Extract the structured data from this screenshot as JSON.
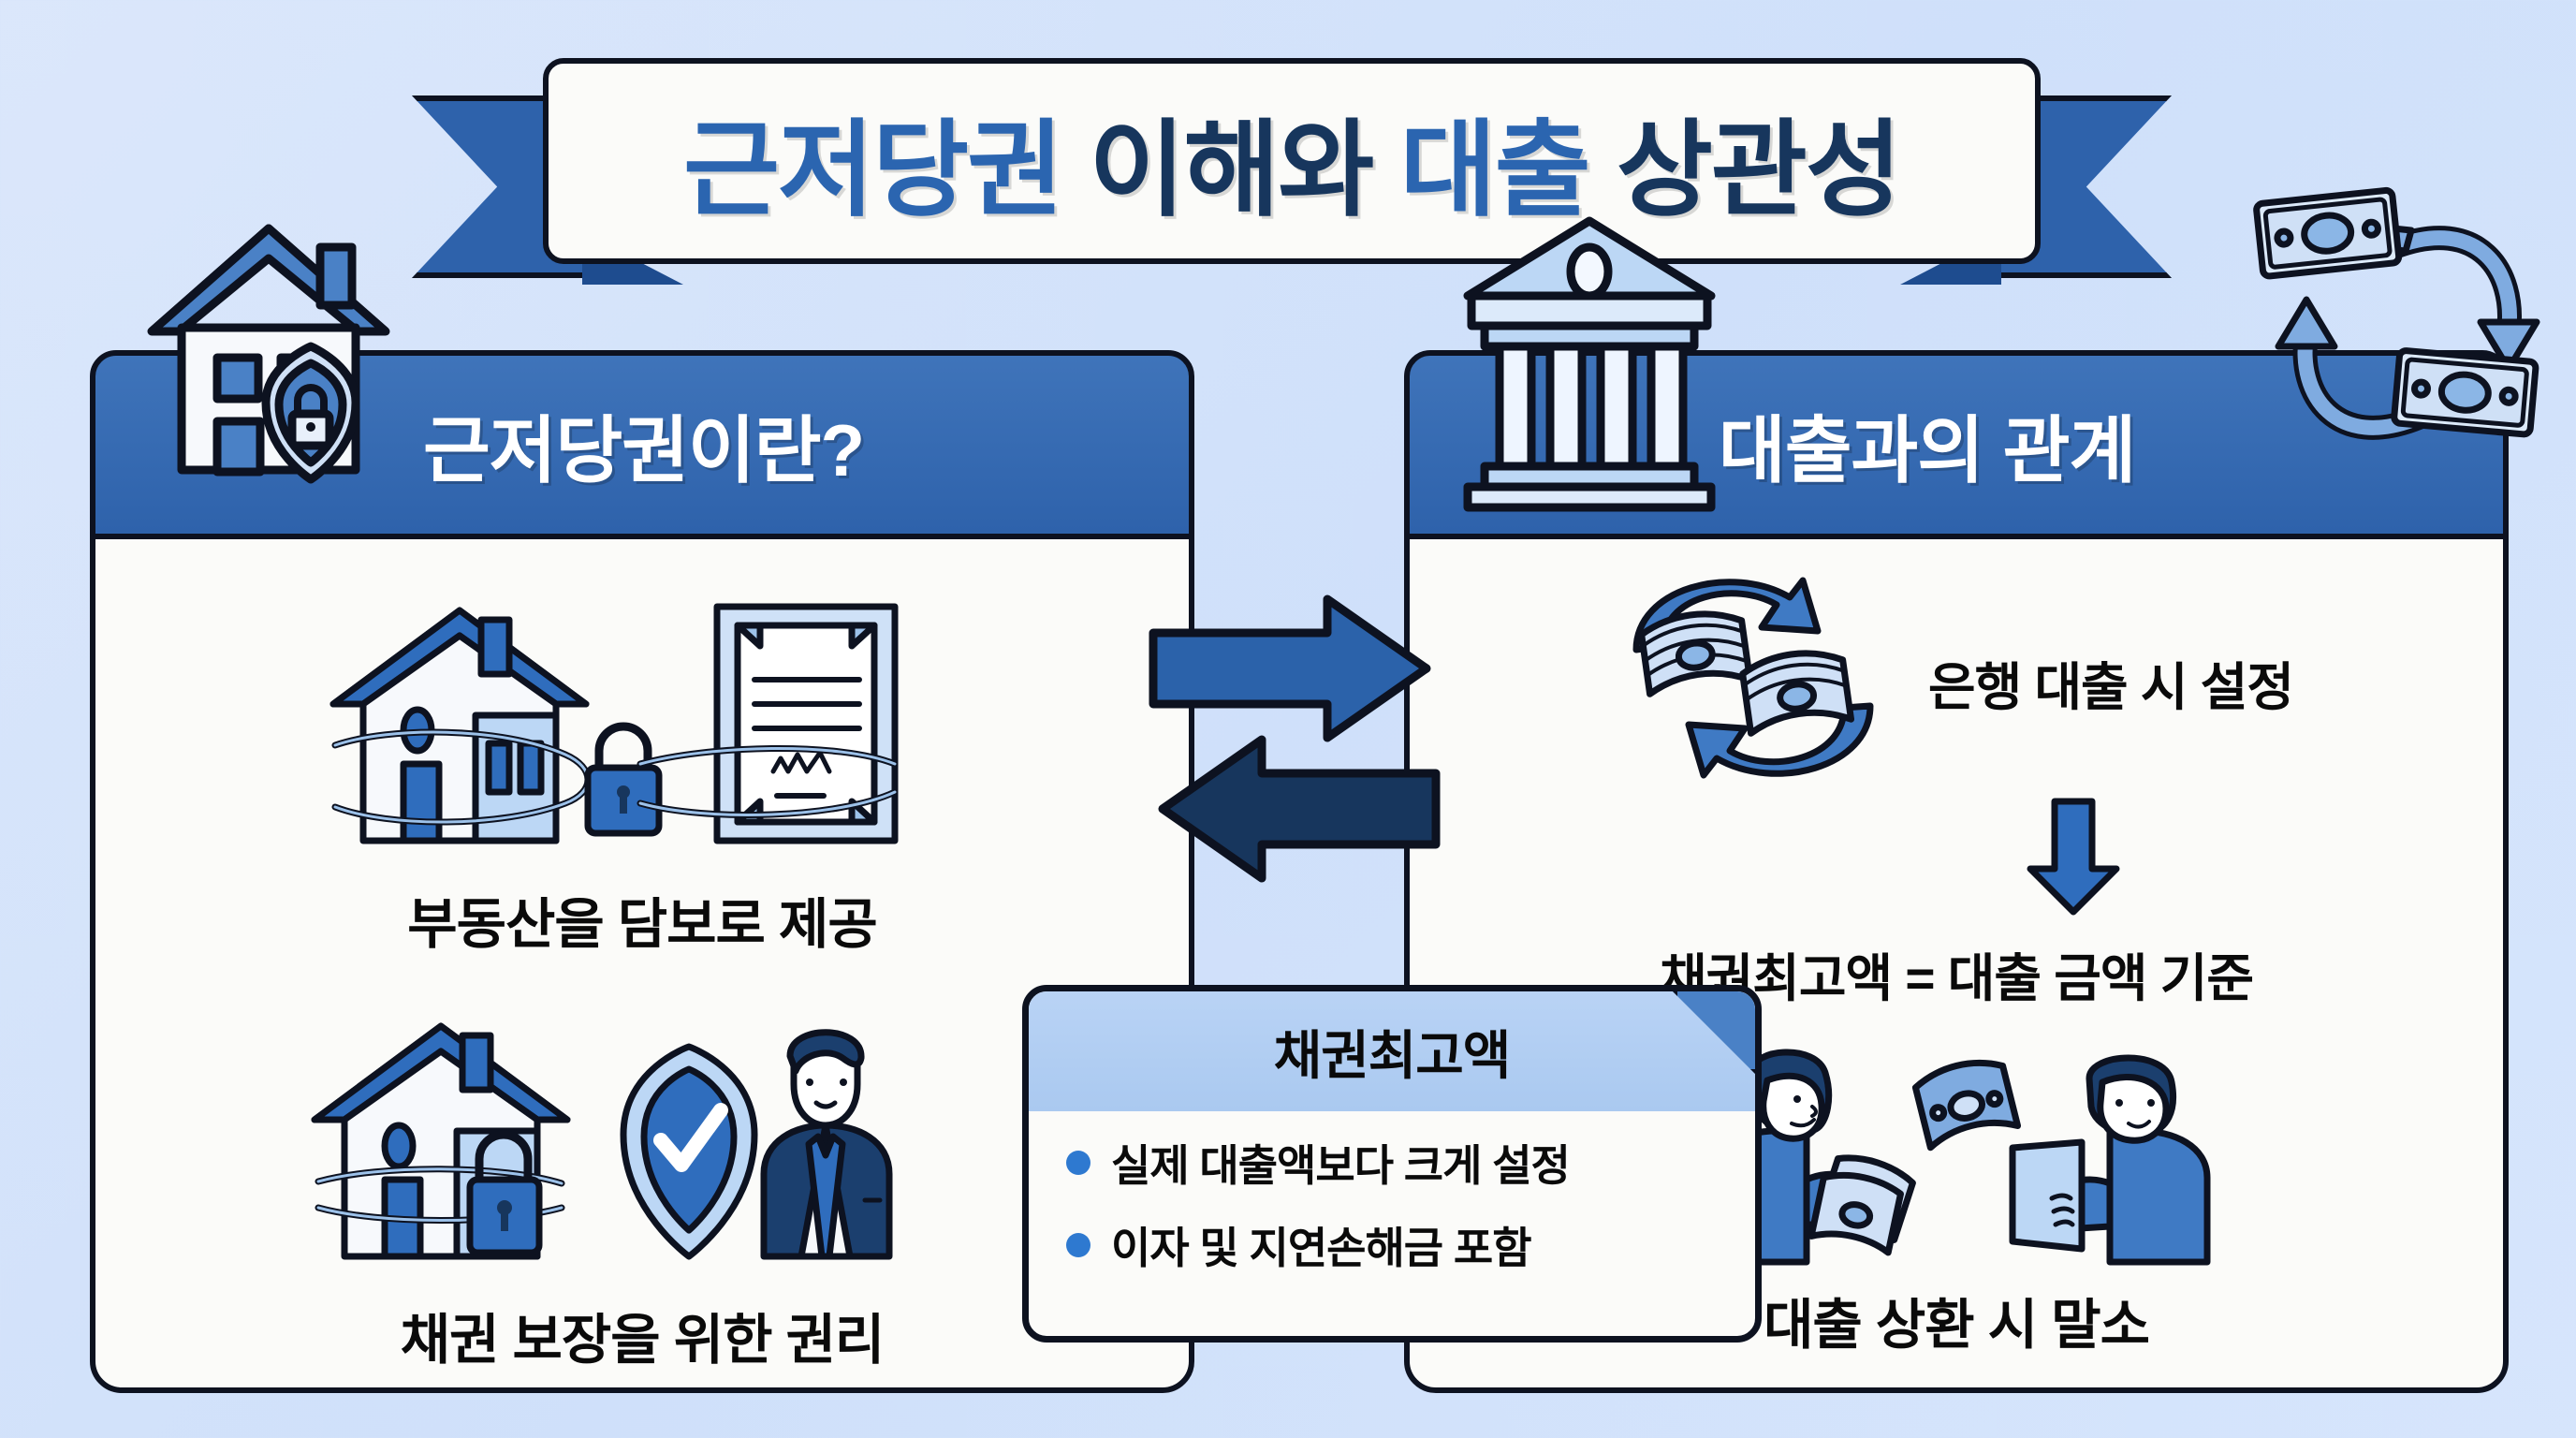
{
  "title": {
    "segment_blue_1": "근저당권",
    "segment_navy_1": "이해와",
    "segment_blue_2": "대출",
    "segment_navy_2": "상관성",
    "full": "근저당권 이해와 대출 상관성"
  },
  "colors": {
    "background": "#d6e5fc",
    "accent_blue": "#2b65b0",
    "accent_navy": "#17365d",
    "panel_header": "#2e62ab",
    "card_white": "#fbfbf9",
    "outline": "#0d1220",
    "bullet": "#2e79d0",
    "icon_light": "#b9d4f2",
    "icon_mid": "#4a81c6",
    "callout_head": "#b9d3f5"
  },
  "left_panel": {
    "header_title": "근저당권이란?",
    "header_icon": "house-shield-lock-icon",
    "items": [
      {
        "icon": "house-chain-lock-document-icon",
        "caption": "부동산을 담보로 제공"
      },
      {
        "icon": "house-lock-shield-check-person-icon",
        "caption": "채권 보장을 위한 권리"
      }
    ]
  },
  "right_panel": {
    "header_title": "대출과의 관계",
    "header_icon": "bank-building-icon",
    "header_decor_icon": "money-circular-arrows-icon",
    "items": [
      {
        "icon": "money-exchange-arrows-icon",
        "caption": "은행 대출 시 설정"
      },
      {
        "icon": "down-arrow-icon",
        "caption": ""
      },
      {
        "icon": "",
        "caption": "채권최고액 = 대출 금액 기준"
      },
      {
        "icon": "two-people-money-document-icon",
        "caption": "대출 상환 시 말소"
      }
    ]
  },
  "center": {
    "icon": "bidirectional-arrows-icon",
    "arrow_right": "right-arrow",
    "arrow_left": "left-arrow"
  },
  "callout": {
    "title": "채권최고액",
    "corner_icon": "folded-corner",
    "bullets": [
      "실제 대출액보다 크게 설정",
      "이자 및 지연손해금 포함"
    ]
  }
}
